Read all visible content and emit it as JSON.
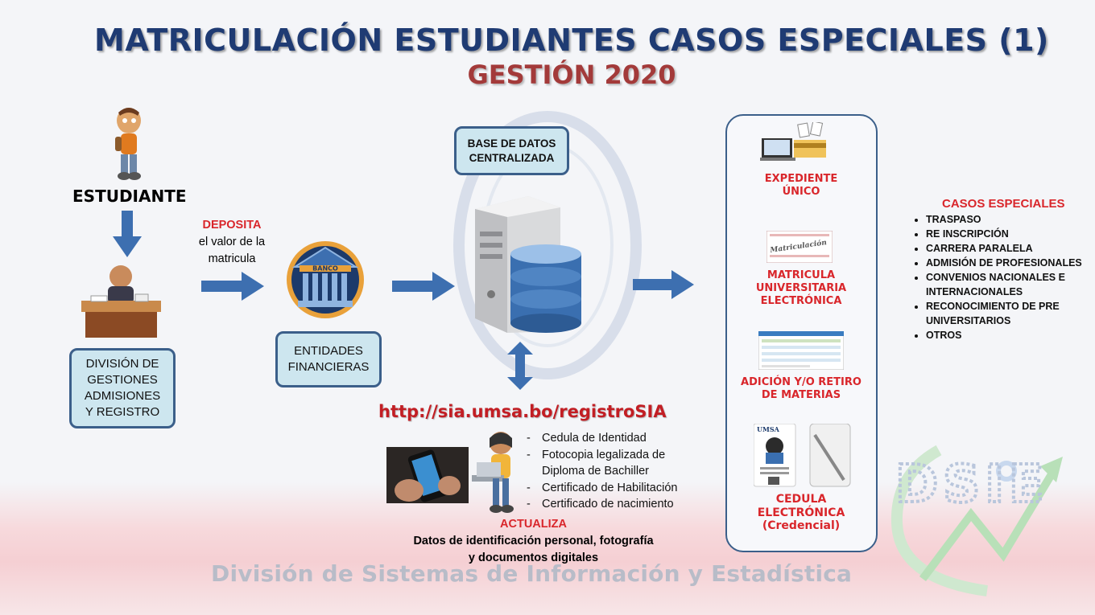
{
  "title": "MATRICULACIÓN ESTUDIANTES CASOS ESPECIALES (1)",
  "subtitle": "GESTIÓN 2020",
  "student": {
    "label": "ESTUDIANTE"
  },
  "division_box": {
    "line1": "DIVISIÓN DE",
    "line2": "GESTIONES",
    "line3": "ADMISIONES",
    "line4": "Y REGISTRO"
  },
  "deposit": {
    "verb": "DEPOSITA",
    "line2": "el valor de la",
    "line3": "matricula"
  },
  "bank": {
    "sign": "BANCO"
  },
  "entities_box": {
    "line1": "ENTIDADES",
    "line2": "FINANCIERAS"
  },
  "database_box": {
    "line1": "BASE DE DATOS",
    "line2": "CENTRALIZADA"
  },
  "url": "http://sia.umsa.bo/registroSIA",
  "requirements": [
    "Cedula de Identidad",
    "Fotocopia legalizada de",
    "Diploma de Bachiller",
    "Certificado de Habilitación",
    "Certificado de nacimiento"
  ],
  "update": {
    "verb": "ACTUALIZA",
    "line1": "Datos de identificación personal, fotografía",
    "line2": "y documentos digitales"
  },
  "outputs": {
    "expediente": {
      "line1": "EXPEDIENTE",
      "line2": "ÚNICO"
    },
    "matricula": {
      "line1": "MATRICULA",
      "line2": "UNIVERSITARIA",
      "line3": "ELECTRÓNICA",
      "doc_text": "Matriculación"
    },
    "adicion": {
      "line1": "ADICIÓN Y/O RETIRO",
      "line2": "DE MATERIAS"
    },
    "cedula": {
      "line1": "CEDULA",
      "line2": "ELECTRÓNICA",
      "line3": "(Credencial)",
      "card_brand": "UMSA"
    }
  },
  "special_cases": {
    "title": "CASOS ESPECIALES",
    "items": [
      "TRASPASO",
      "RE INSCRIPCIÓN",
      "CARRERA PARALELA",
      "ADMISIÓN DE PROFESIONALES",
      "CONVENIOS NACIONALES E INTERNACIONALES",
      "RECONOCIMIENTO DE PRE UNIVERSITARIOS",
      "OTROS"
    ]
  },
  "logo": {
    "text": "DSIE"
  },
  "footer": "División de Sistemas de Información y Estadística",
  "colors": {
    "title": "#1f3b73",
    "accent_red": "#d9262b",
    "box_fill": "#cde6ef",
    "box_border": "#3b5f8a",
    "arrow": "#3d6fb0"
  }
}
